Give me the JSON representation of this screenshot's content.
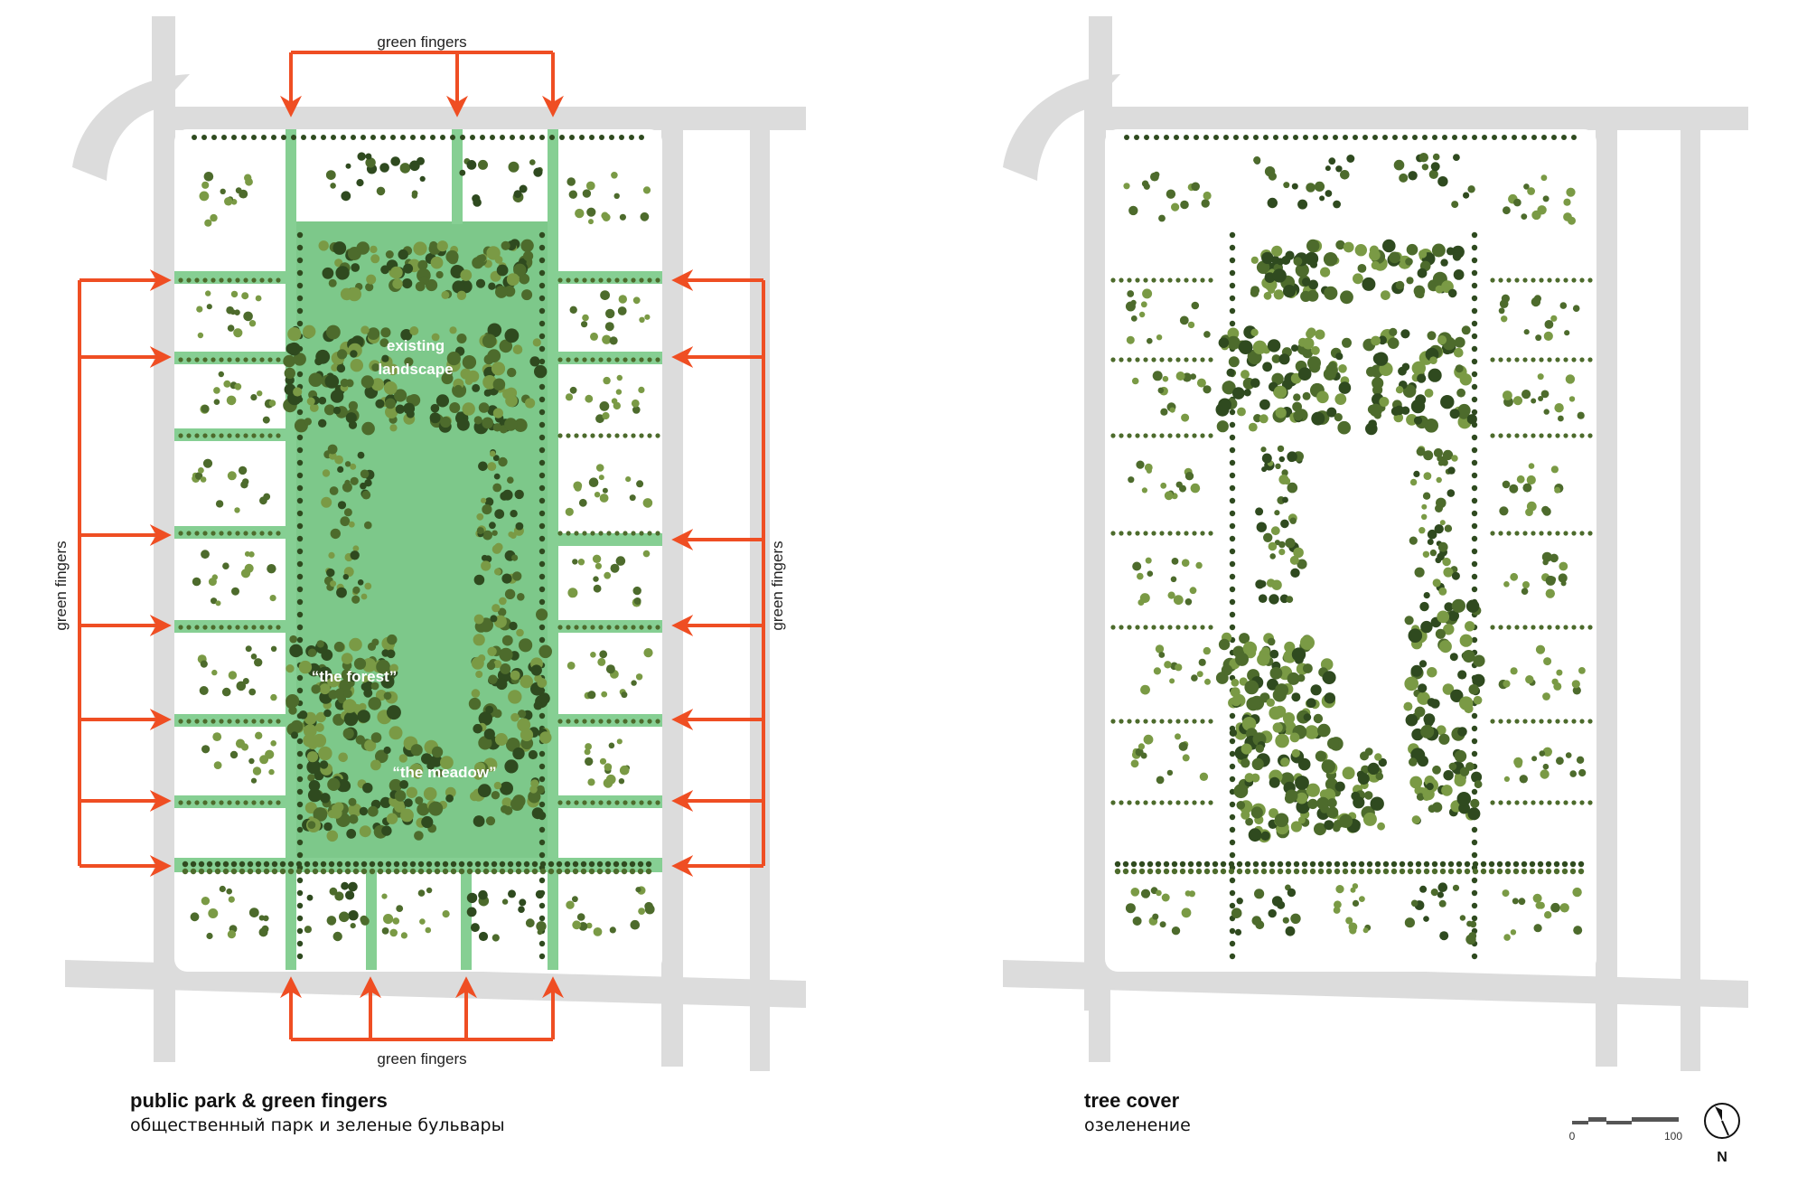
{
  "left_panel": {
    "title": "public park & green fingers",
    "subtitle": "общественный парк и зеленые бульвары",
    "arrow_label": "green fingers",
    "zones": [
      "existing landscape",
      "“the forest”",
      "“the meadow”"
    ],
    "arrow_color": "#ef4e23",
    "park_color": "#7dc88a",
    "finger_color": "#86cf93"
  },
  "right_panel": {
    "title": "tree cover",
    "subtitle": "озеленение"
  },
  "scale_bar": {
    "start_label": "0",
    "end_label": "100"
  },
  "north_arrow": {
    "label": "N"
  },
  "colors": {
    "road": "#dcdcdc",
    "tree_dark": "#2f4a1f",
    "tree_mid": "#4d6b2c",
    "tree_light": "#7a9a45"
  }
}
